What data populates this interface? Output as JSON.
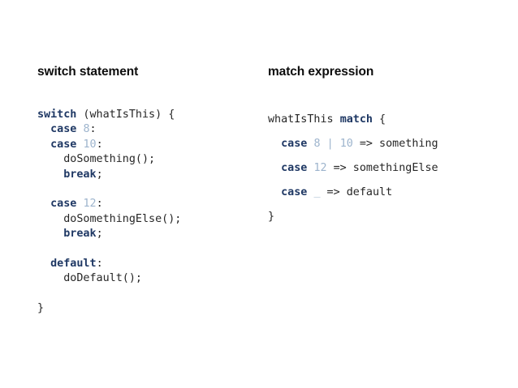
{
  "slide": {
    "background_color": "#ffffff",
    "keyword_color": "#1f3864",
    "literal_color": "#9db4cd",
    "text_color": "#262626",
    "heading_color": "#0d0d0d"
  },
  "left": {
    "heading": "switch statement",
    "lines": [
      {
        "indent": 0,
        "tokens": [
          {
            "t": "kw",
            "v": "switch"
          },
          {
            "t": "plain",
            "v": " (whatIsThis) {"
          }
        ]
      },
      {
        "indent": 0,
        "tokens": [
          {
            "t": "plain",
            "v": "  "
          },
          {
            "t": "kw",
            "v": "case"
          },
          {
            "t": "plain",
            "v": " "
          },
          {
            "t": "num",
            "v": "8"
          },
          {
            "t": "plain",
            "v": ":"
          }
        ]
      },
      {
        "indent": 0,
        "tokens": [
          {
            "t": "plain",
            "v": "  "
          },
          {
            "t": "kw",
            "v": "case"
          },
          {
            "t": "plain",
            "v": " "
          },
          {
            "t": "num",
            "v": "10"
          },
          {
            "t": "plain",
            "v": ":"
          }
        ]
      },
      {
        "indent": 0,
        "tokens": [
          {
            "t": "plain",
            "v": "    doSomething();"
          }
        ]
      },
      {
        "indent": 0,
        "tokens": [
          {
            "t": "plain",
            "v": "    "
          },
          {
            "t": "kw",
            "v": "break"
          },
          {
            "t": "plain",
            "v": ";"
          }
        ]
      },
      {
        "indent": 0,
        "tokens": []
      },
      {
        "indent": 0,
        "tokens": [
          {
            "t": "plain",
            "v": "  "
          },
          {
            "t": "kw",
            "v": "case"
          },
          {
            "t": "plain",
            "v": " "
          },
          {
            "t": "num",
            "v": "12"
          },
          {
            "t": "plain",
            "v": ":"
          }
        ]
      },
      {
        "indent": 0,
        "tokens": [
          {
            "t": "plain",
            "v": "    doSomethingElse();"
          }
        ]
      },
      {
        "indent": 0,
        "tokens": [
          {
            "t": "plain",
            "v": "    "
          },
          {
            "t": "kw",
            "v": "break"
          },
          {
            "t": "plain",
            "v": ";"
          }
        ]
      },
      {
        "indent": 0,
        "tokens": []
      },
      {
        "indent": 0,
        "tokens": [
          {
            "t": "plain",
            "v": "  "
          },
          {
            "t": "kw",
            "v": "default"
          },
          {
            "t": "plain",
            "v": ":"
          }
        ]
      },
      {
        "indent": 0,
        "tokens": [
          {
            "t": "plain",
            "v": "    doDefault();"
          }
        ]
      },
      {
        "indent": 0,
        "tokens": []
      },
      {
        "indent": 0,
        "tokens": [
          {
            "t": "plain",
            "v": "}"
          }
        ]
      }
    ],
    "plain_text": "switch (whatIsThis) {\n  case 8:\n  case 10:\n    doSomething();\n    break;\n\n  case 12:\n    doSomethingElse();\n    break;\n\n  default:\n    doDefault();\n\n}"
  },
  "right": {
    "heading": "match expression",
    "lines": [
      {
        "indent": 0,
        "tokens": [
          {
            "t": "plain",
            "v": "whatIsThis "
          },
          {
            "t": "kw",
            "v": "match"
          },
          {
            "t": "plain",
            "v": " {"
          }
        ]
      },
      {
        "indent": 0,
        "tokens": [
          {
            "t": "plain",
            "v": "  "
          },
          {
            "t": "kw",
            "v": "case"
          },
          {
            "t": "plain",
            "v": " "
          },
          {
            "t": "num",
            "v": "8"
          },
          {
            "t": "plain",
            "v": " "
          },
          {
            "t": "pipe",
            "v": "|"
          },
          {
            "t": "plain",
            "v": " "
          },
          {
            "t": "num",
            "v": "10"
          },
          {
            "t": "plain",
            "v": " => something"
          }
        ]
      },
      {
        "indent": 0,
        "tokens": [
          {
            "t": "plain",
            "v": "  "
          },
          {
            "t": "kw",
            "v": "case"
          },
          {
            "t": "plain",
            "v": " "
          },
          {
            "t": "num",
            "v": "12"
          },
          {
            "t": "plain",
            "v": " => somethingElse"
          }
        ]
      },
      {
        "indent": 0,
        "tokens": [
          {
            "t": "plain",
            "v": "  "
          },
          {
            "t": "kw",
            "v": "case"
          },
          {
            "t": "plain",
            "v": " "
          },
          {
            "t": "wild",
            "v": "_"
          },
          {
            "t": "plain",
            "v": " => default"
          }
        ]
      },
      {
        "indent": 0,
        "tokens": [
          {
            "t": "plain",
            "v": "}"
          }
        ]
      }
    ],
    "plain_text": "whatIsThis match {\n  case 8 | 10 => something\n  case 12 => somethingElse\n  case _ => default\n}"
  }
}
